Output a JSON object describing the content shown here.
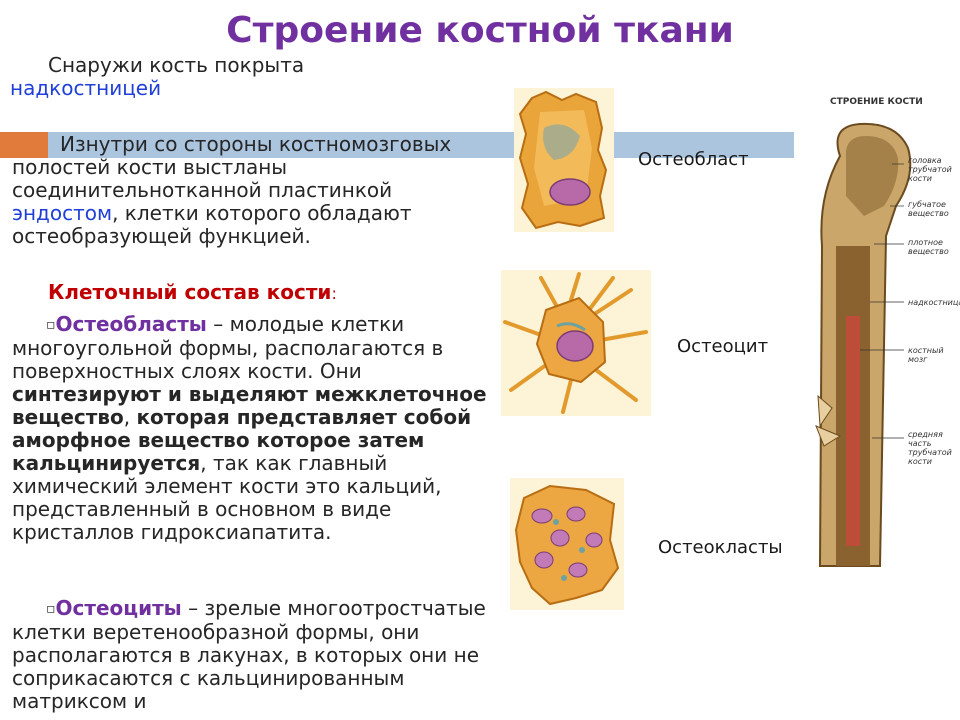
{
  "title": "Строение костной ткани",
  "para1": {
    "text": "Снаружи кость покрыта ",
    "link": "надкостницей"
  },
  "para2": {
    "pre": "Изнутри со стороны костномозговых полостей кости выстланы соединительнотканной пластинкой ",
    "link": "эндостом",
    "post": ", клетки которого обладают остеобразующей функцией."
  },
  "heading": {
    "text": "Клеточный состав кости",
    "colon": ":"
  },
  "bullet1": {
    "term": "Остеобласты",
    "t1": " – молодые клетки многоугольной формы, располагаются в поверхностных слоях кости. Они ",
    "b1": "синтезируют и выделяют межклеточное вещество",
    "t2": ", ",
    "b2": "которая представляет собой аморфное вещество которое затем кальцинируется",
    "t3": ", так как главный химический элемент кости это кальций, представленный в основном в виде кристаллов гидроксиапатита."
  },
  "bullet2": {
    "term": "Остеоциты",
    "t1": " – зрелые многоотростчатые клетки веретенообразной формы, они располагаются в лакунах, в которых они не соприкасаются с кальцинированным матриксом и"
  },
  "captions": {
    "osteoblast": "Остеобласт",
    "osteocyte": "Остеоцит",
    "osteoclasts": "Остеокласты"
  },
  "bone_diagram": {
    "title": "СТРОЕНИЕ КОСТИ",
    "labels": [
      "головка трубчатой кости",
      "губчатое вещество",
      "плотное вещество",
      "надкостница",
      "костный мозг",
      "средняя часть трубчатой кости"
    ]
  },
  "colors": {
    "title": "#7030a0",
    "link": "#1f3fd8",
    "heading": "#c00000",
    "term": "#7030a0"
  }
}
